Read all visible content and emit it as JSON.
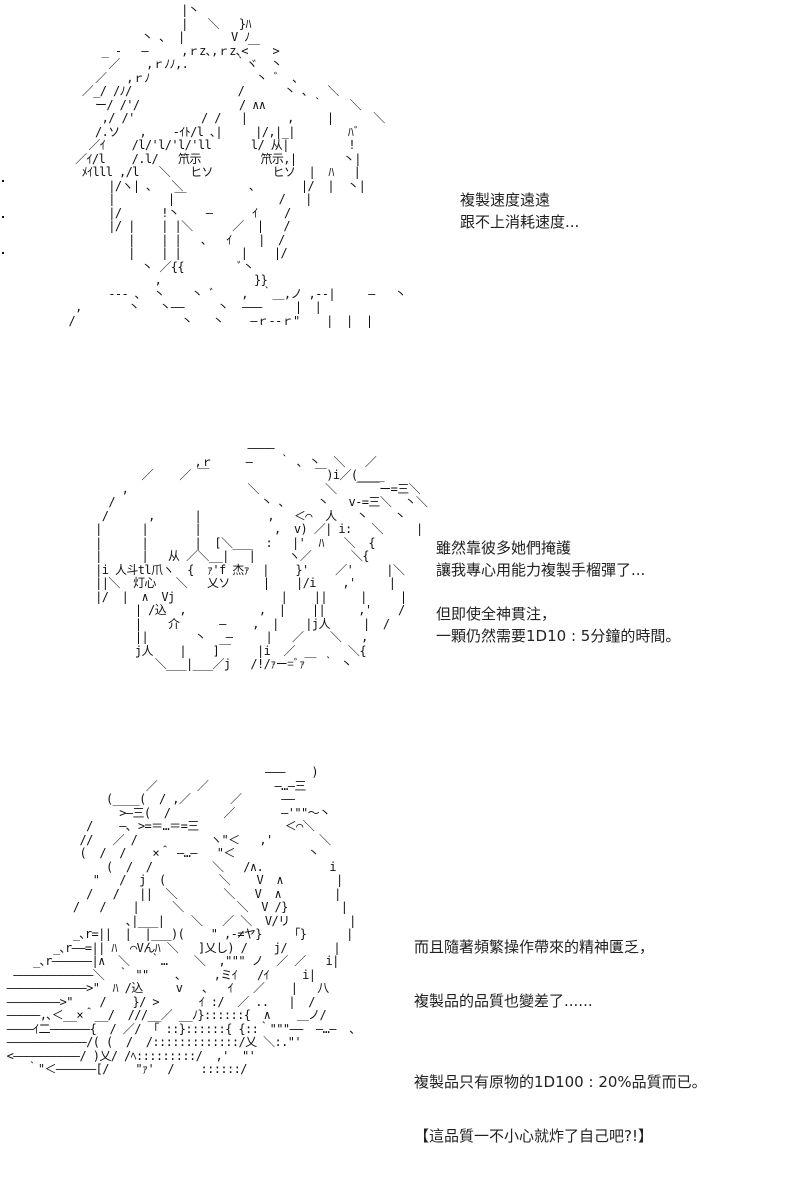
{
  "panels": [
    {
      "id": "panel-1",
      "art_lines": [
        "                     |丶",
        "                     |   ＼   }ﾊ",
        "               丶 ､  |       V ﾉ",
        "         _ -   ―     ,ｒz､,ｒz､<￣  >",
        "          ／    ,ｒﾉﾉ,.       ｀ヾ  丶",
        "        ／   ,ｒﾉ                丶 ﾞ  ､",
        "      ／_/ /ﾉ/                /      丶 ､   ＼",
        "        ー/ /'/               / ∧∧       ｀    ＼",
        "         ,/ /'          / /   |      ,     |      ＼",
        "        /.ソ   ,    -ｲﾄ/l ､|     |/,|_|        ﾊﾞ",
        "       ／ｲ    /l/'l/'l/'ll      l/ 从|         !",
        "     ／ｲ/l    /.l/   笊示         笊示,|       丶|",
        "      ﾒｲlll ,/l   ＼   ヒソ         ヒソ  |  ﾊ   |",
        "          |/ヽ| ､   ＼          ､       |/  |  丶|",
        "          |        |￣              /   |",
        "          |/      !丶    ―      ｲ    /",
        "          |/ |    | |＼      ／  |   /",
        "             |    | |   ､   ｲ    |  /",
        "             |    | |         |    |/",
        "               丶 ／{{        ﾞ丶",
        "                 ,              }}",
        "          --- ､  丶    丶 ﾞ    ,  ｀＿,ノ ,--|     ―   丶",
        "     ,       丶   丶――     丶  ―――     |  |",
        "    /                丶   丶    ―ｒ--ｒ\"    |  |  |"
      ],
      "dialog": [
        "複製速度遠遠",
        "跟不上消耗速度..."
      ]
    },
    {
      "id": "panel-2",
      "art_lines": [
        "                            ――――",
        "                    ,ｒ     ―    ｀ ､ 丶  ＼   ／",
        "            ／    ／ ￣                ￣)i／(____",
        "         ,                  ＼          ＼   ￣￣ー=三＼",
        "       /                      丶 ､     丶   v-=三＼  丶＼",
        "      /      ,      |          ,   ＜⌒  人   丶    丶",
        "     |      |       |           ,  v) ／| i:   ＼     |",
        "     |      |       |  [＼___  :   |'  ﾊ   ＼  {",
        "     |      |   从 ／＼__|   |     ヽ／      ＼{",
        "     |i 人斗tl爪ヽ  {  ｧ'f 杰ｧ  |    }'    ／'     |＼",
        "     ||＼  灯心   ＼   乂ソ     |    |/i    ,'     |",
        "     |/  |  ∧  Vj                |    ||     |     |",
        "           | /込  ,           ,  |    ||     ,'    /",
        "           |    介      ―    ,  |    |j人     |  /",
        "           ||       丶   ―     |   ／    ＼   ,",
        "           j人    |    ]￣    |i  ／        ＼{",
        "              ＼___|___／j   /!/ｧー=ﾞｧ￣ ｀ 丶"
      ],
      "dialog": [
        "雖然靠彼多她們掩護",
        "讓我專心用能力複製手榴彈了...",
        "",
        "但即使全神貫注，",
        "一顆仍然需要1D10 : 5分鐘的時間。"
      ]
    },
    {
      "id": "panel-3",
      "art_lines": [
        "                                        ―――    )",
        "                      ／      ／          ―…―三",
        "                (____(  / ,／      ／      ――",
        "                  >―三(  /        ／       ―'\"\"～丶",
        "             /    ―､ >=＝…＝=三             ＜⌒＼",
        "            //   ／ /           ヽ\"＜   ,'       ＼",
        "            (  /  /    ×＾ ―…―   \"＜           丶",
        "                (  /  /         ＼   /∧.          i",
        "              \"   /  j  (        ＼    V  ∧        |",
        "             /   /   ||  ＼       ＼   V  ∧        |",
        "           /   /    |     ＼        ＼  V /}        |",
        "                   ､|___|    ＼   ／ ＼  V/リ         |",
        "           _､r=||  |  |___)(    \" ,-≠ヤ}    「}      |",
        "        _､r――=|| ﾊ  ⌒Vんﾊ ＼   ]乂し) /    j/       |",
        "     _､r――――――|∧  ＼   ｀…    ＼  ,\"\"\" ノ  ／ ／   i|",
        "  ――――――――――――＼  ｀ \"\"    ､     ,ミｲ   /ｲ     i|",
        " ――――――――――――>\"  ﾊ /込     v   ､   ｲ   ／    |   八",
        " ――――――――>\"    /    }/ >      ｲ :/  ／ ..   |  /",
        " ―――――,､＜__×＾__/  ///__／ __ﾉ}::::::{  ∧    ＿ノ/",
        " ――――ｲ二――――――{  / ／/ 「 ::}::::::{ {::｀\"\"\"――  ―…―  、",
        " ――――――――――――/( (  /  /:::::::::::::/乂 ＼:.\"'",
        " <――――――――――/ )乂/ /ﾍ:::::::::/  ,'  \"'",
        "    ｀\"＜――――――[/    \"ｧ'  /    ::::::/"
      ],
      "dialog": [
        "而且隨著頻繁操作帶來的精神匱乏，",
        "",
        "複製品的品質也變差了......",
        "",
        "",
        "複製品只有原物的1D100 : 20%品質而已。",
        "",
        "【這品質一不小心就炸了自己吧?!】"
      ]
    }
  ]
}
